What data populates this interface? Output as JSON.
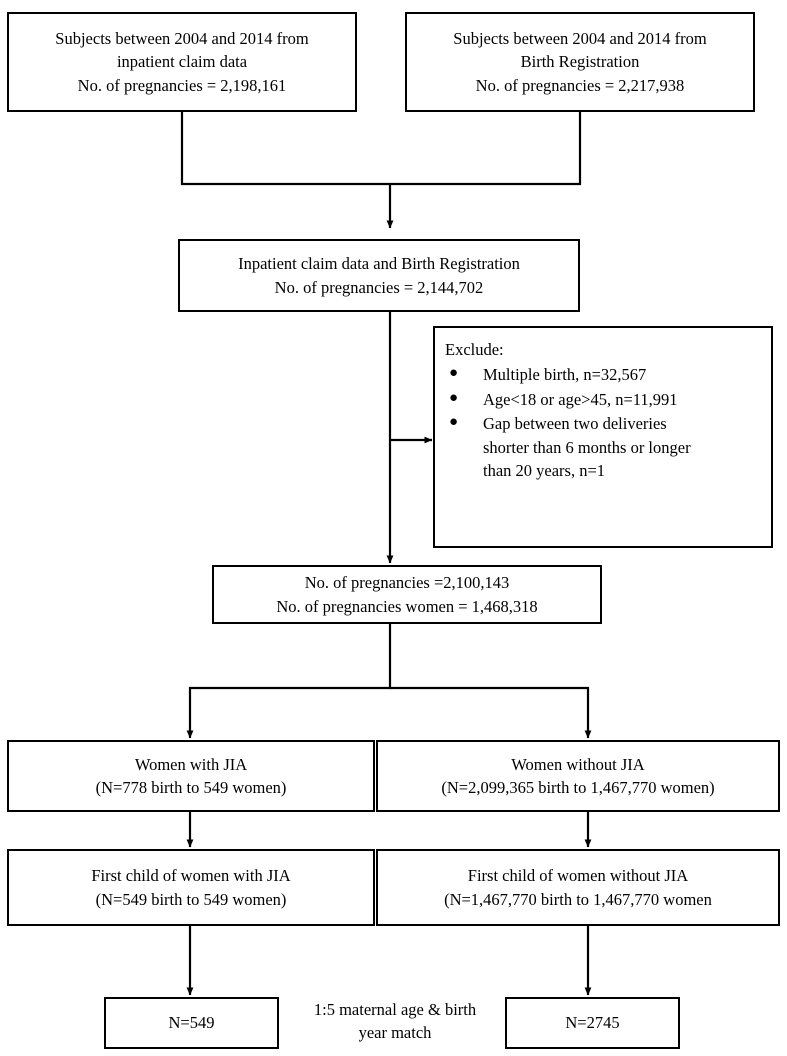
{
  "diagram": {
    "type": "flowchart",
    "title": "Study population selection flowchart",
    "nodes": {
      "inpatient_source": {
        "lines": [
          "Subjects between 2004 and 2014 from",
          "inpatient claim data",
          "No. of pregnancies = 2,198,161"
        ]
      },
      "birth_registration_source": {
        "lines": [
          "Subjects between 2004 and 2014 from",
          "Birth Registration",
          "No. of pregnancies = 2,217,938"
        ]
      },
      "merged": {
        "lines": [
          "Inpatient claim data and Birth Registration",
          "No. of pregnancies = 2,144,702"
        ]
      },
      "exclude": {
        "title": "Exclude:",
        "items": [
          [
            "Multiple birth, n=32,567"
          ],
          [
            "Age<18 or age>45, n=11,991"
          ],
          [
            "Gap between two deliveries",
            "shorter than 6 months or longer",
            "than 20 years, n=1"
          ]
        ]
      },
      "after_exclusion": {
        "lines": [
          "No. of pregnancies =2,100,143",
          "No. of pregnancies women = 1,468,318"
        ]
      },
      "women_with_jia": {
        "lines": [
          "Women with JIA",
          "(N=778 birth to 549 women)"
        ]
      },
      "women_without_jia": {
        "lines": [
          "Women without JIA",
          "(N=2,099,365 birth to 1,467,770 women)"
        ]
      },
      "first_child_with_jia": {
        "lines": [
          "First child of women with JIA",
          "(N=549 birth to 549 women)"
        ]
      },
      "first_child_without_jia": {
        "lines": [
          "First child of women without JIA",
          "(N=1,467,770 birth to 1,467,770 women"
        ]
      },
      "final_cases": {
        "lines": [
          "N=549"
        ]
      },
      "final_controls": {
        "lines": [
          "N=2745"
        ]
      },
      "match_note": {
        "lines": [
          "1:5 maternal age &",
          "birth year match"
        ]
      }
    },
    "colors": {
      "box_border": "#000000",
      "background": "#ffffff",
      "text": "#000000"
    }
  }
}
